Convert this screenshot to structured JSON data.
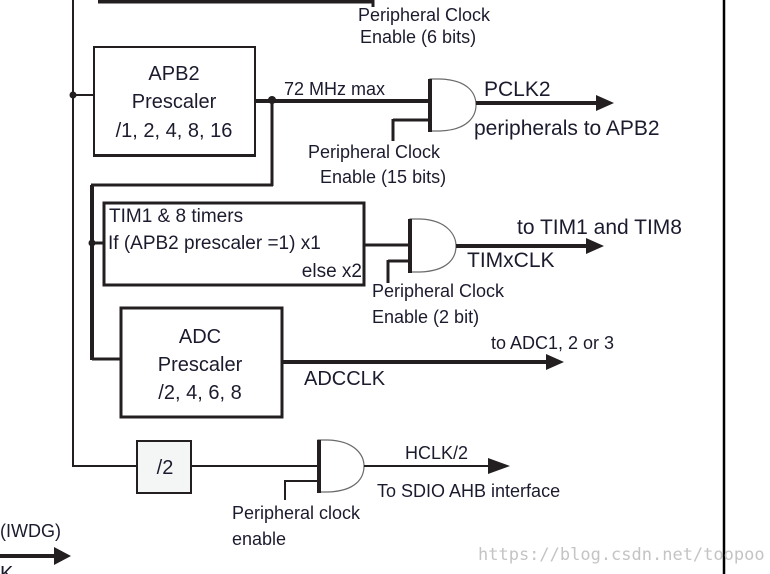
{
  "diagram": {
    "title": "STM32 APB2 clock tree fragment",
    "colors": {
      "line": "#231f20",
      "text": "#1b1b2e",
      "divider_fill": "#f4f6f6",
      "watermark": "#c4c4c4"
    },
    "top_enable": {
      "line1": "Peripheral Clock",
      "line2": "Enable (6 bits)"
    },
    "apb2_prescaler": {
      "line1": "APB2",
      "line2": "Prescaler",
      "line3": "/1, 2, 4, 8, 16"
    },
    "apb2_max_label": "72 MHz max",
    "pclk2_gate": {
      "output_label": "PCLK2",
      "destination": "peripherals to APB2",
      "enable_line1": "Peripheral Clock",
      "enable_line2": "Enable (15 bits)"
    },
    "tim_multiplier": {
      "line1": "TIM1 & 8 timers",
      "line2": "If (APB2 prescaler =1) x1",
      "line3": "else x2"
    },
    "timx_gate": {
      "output_label": "TIMxCLK",
      "destination": "to TIM1 and TIM8",
      "enable_line1": "Peripheral Clock",
      "enable_line2": "Enable (2 bit)"
    },
    "adc_prescaler": {
      "line1": "ADC",
      "line2": "Prescaler",
      "line3": "/2, 4, 6, 8"
    },
    "adc_output": {
      "output_label": "ADCCLK",
      "destination": "to ADC1, 2 or 3"
    },
    "hclk_divider": {
      "label": "/2"
    },
    "sdio_gate": {
      "output_label": "HCLK/2",
      "destination": "To SDIO AHB interface",
      "enable_line1": "Peripheral clock",
      "enable_line2": "enable"
    },
    "iwdg_label": "(IWDG)",
    "iwdg_clock_partial": "K",
    "watermark": "https://blog.csdn.net/toopoo"
  }
}
